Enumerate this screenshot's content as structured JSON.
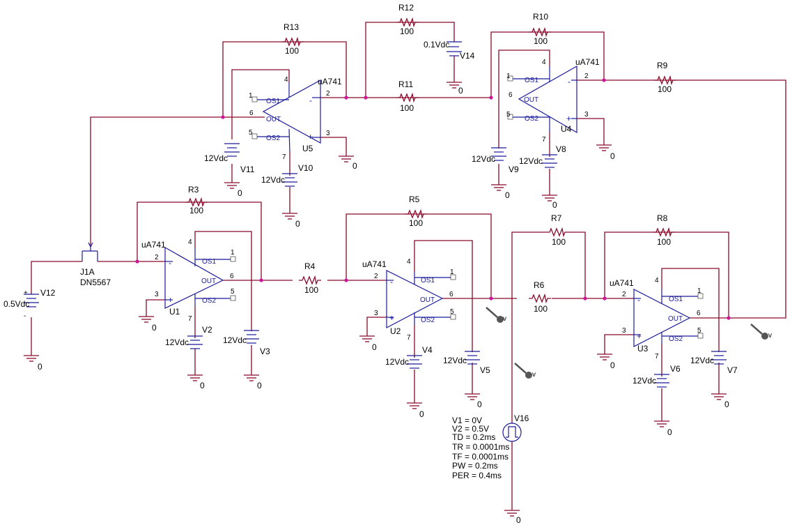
{
  "resistors": {
    "r13": {
      "ref": "R13",
      "value": "100"
    },
    "r12": {
      "ref": "R12",
      "value": "100"
    },
    "r11": {
      "ref": "R11",
      "value": "100"
    },
    "r10": {
      "ref": "R10",
      "value": "100"
    },
    "r9": {
      "ref": "R9",
      "value": "100"
    },
    "r3": {
      "ref": "R3",
      "value": "100"
    },
    "r4": {
      "ref": "R4",
      "value": "100"
    },
    "r5": {
      "ref": "R5",
      "value": "100"
    },
    "r7": {
      "ref": "R7",
      "value": "100"
    },
    "r6": {
      "ref": "R6",
      "value": "100"
    },
    "r8": {
      "ref": "R8",
      "value": "100"
    }
  },
  "opamps": {
    "u5": {
      "ref": "U5",
      "model": "uA741"
    },
    "u4": {
      "ref": "U4",
      "model": "uA741"
    },
    "u1": {
      "ref": "U1",
      "model": "uA741"
    },
    "u2": {
      "ref": "U2",
      "model": "uA741"
    },
    "u3": {
      "ref": "U3",
      "model": "uA741"
    }
  },
  "jfet": {
    "ref": "J1A",
    "model": "DN5567"
  },
  "sources": {
    "v12": {
      "ref": "V12",
      "value": "0.5Vdc"
    },
    "v14": {
      "ref": "V14",
      "value": "0.1Vdc"
    },
    "v11": {
      "ref": "V11",
      "value": "12Vdc"
    },
    "v10": {
      "ref": "V10",
      "value": "12Vdc"
    },
    "v9": {
      "ref": "V9",
      "value": "12Vdc"
    },
    "v8": {
      "ref": "V8",
      "value": "12Vdc"
    },
    "v2": {
      "ref": "V2",
      "value": "12Vdc"
    },
    "v3": {
      "ref": "V3",
      "value": "12Vdc"
    },
    "v4": {
      "ref": "V4",
      "value": "12Vdc"
    },
    "v5": {
      "ref": "V5",
      "value": "12Vdc"
    },
    "v6": {
      "ref": "V6",
      "value": "12Vdc"
    },
    "v7": {
      "ref": "V7",
      "value": "12Vdc"
    }
  },
  "pulse_source": {
    "ref": "V16",
    "params": [
      "V1 = 0V",
      "V2 = 0.5V",
      "TD = 0.2ms",
      "TR = 0.0001ms",
      "TF = 0.0001ms",
      "PW = 0.2ms",
      "PER = 0.4ms"
    ]
  },
  "ground": {
    "label": "0"
  },
  "probes": {
    "label": "v"
  },
  "colors": {
    "wire": "#8b0a2a",
    "symbol": "#1a1a9c",
    "junction": "#d0149a"
  }
}
